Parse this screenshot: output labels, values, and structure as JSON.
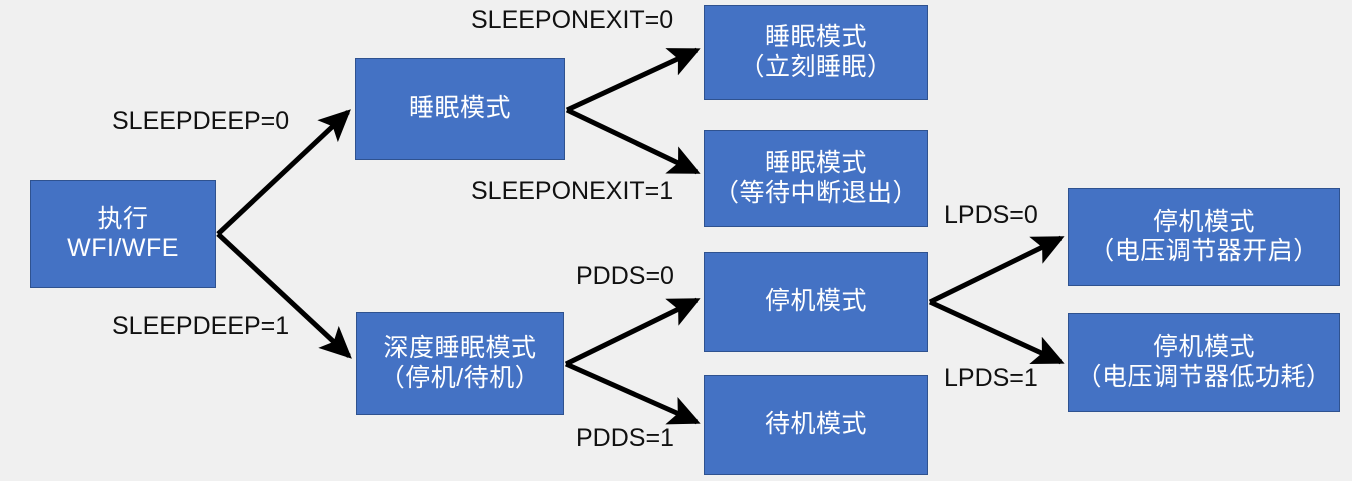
{
  "diagram": {
    "title": "STM32 low-power mode entry flow",
    "background_color": "#f0f0f0",
    "node_fill_color": "#4472c4",
    "node_border_color": "#2f528f",
    "node_text_color": "#ffffff",
    "edge_color": "#000000",
    "nodes": [
      {
        "id": "wfi",
        "line1": "执行",
        "line2": "WFI/WFE"
      },
      {
        "id": "sleep",
        "line1": "睡眠模式",
        "line2": ""
      },
      {
        "id": "deepsleep",
        "line1": "深度睡眠模式",
        "line2": "（停机/待机）"
      },
      {
        "id": "sleep_now",
        "line1": "睡眠模式",
        "line2": "（立刻睡眠）"
      },
      {
        "id": "sleep_exit",
        "line1": "睡眠模式",
        "line2": "（等待中断退出）"
      },
      {
        "id": "stop",
        "line1": "停机模式",
        "line2": ""
      },
      {
        "id": "standby",
        "line1": "待机模式",
        "line2": ""
      },
      {
        "id": "stop_on",
        "line1": "停机模式",
        "line2": "（电压调节器开启）"
      },
      {
        "id": "stop_lp",
        "line1": "停机模式",
        "line2": "（电压调节器低功耗）"
      }
    ],
    "edge_labels": [
      {
        "id": "sleepdeep0",
        "text": "SLEEPDEEP=0"
      },
      {
        "id": "sleepdeep1",
        "text": "SLEEPDEEP=1"
      },
      {
        "id": "sleeponexit0",
        "text": "SLEEPONEXIT=0"
      },
      {
        "id": "sleeponexit1",
        "text": "SLEEPONEXIT=1"
      },
      {
        "id": "pdds0",
        "text": "PDDS=0"
      },
      {
        "id": "pdds1",
        "text": "PDDS=1"
      },
      {
        "id": "lpds0",
        "text": "LPDS=0"
      },
      {
        "id": "lpds1",
        "text": "LPDS=1"
      }
    ],
    "edges": [
      {
        "from": "wfi",
        "to": "sleep",
        "label": "sleepdeep0"
      },
      {
        "from": "wfi",
        "to": "deepsleep",
        "label": "sleepdeep1"
      },
      {
        "from": "sleep",
        "to": "sleep_now",
        "label": "sleeponexit0"
      },
      {
        "from": "sleep",
        "to": "sleep_exit",
        "label": "sleeponexit1"
      },
      {
        "from": "deepsleep",
        "to": "stop",
        "label": "pdds0"
      },
      {
        "from": "deepsleep",
        "to": "standby",
        "label": "pdds1"
      },
      {
        "from": "stop",
        "to": "stop_on",
        "label": "lpds0"
      },
      {
        "from": "stop",
        "to": "stop_lp",
        "label": "lpds1"
      }
    ]
  }
}
